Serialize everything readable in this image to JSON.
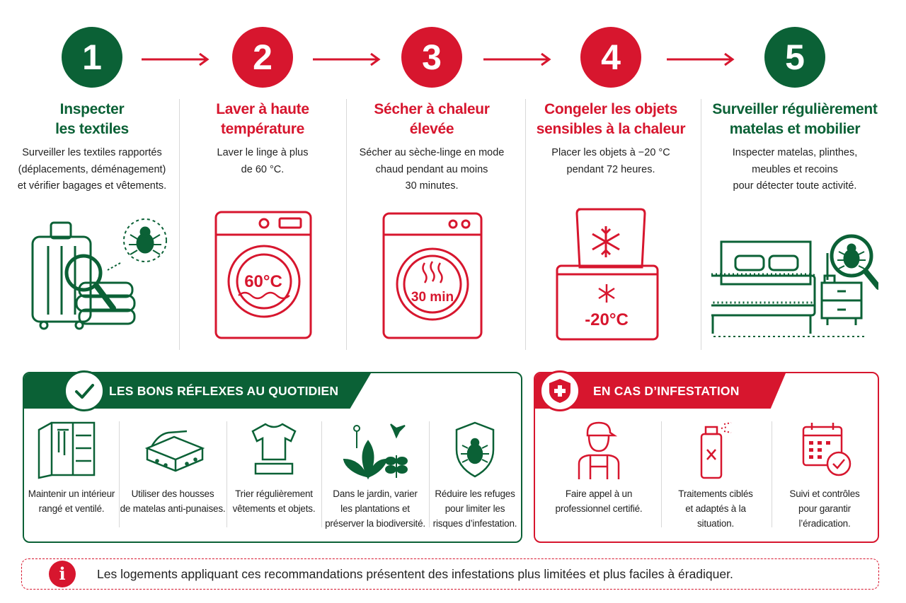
{
  "colors": {
    "green": "#0b6136",
    "red": "#d7162e"
  },
  "steps": [
    {
      "number": "1",
      "title_l1": "Inspecter",
      "title_l2": "les textiles",
      "desc_l1": "Surveiller les textiles rapportés",
      "desc_l2": "(déplacements, déménagement)",
      "desc_l3": "et vérifier bagages et vêtements.",
      "icon": "suitcase-magnifier-bug-icon"
    },
    {
      "number": "2",
      "title_l1": "Laver à haute",
      "title_l2": "température",
      "desc_l1": "Laver le linge à plus",
      "desc_l2": "de 60 °C.",
      "icon": "washing-machine-icon",
      "icon_label": "60°C"
    },
    {
      "number": "3",
      "title_l1": "Sécher à chaleur",
      "title_l2": "élevée",
      "desc_l1": "Sécher au sèche-linge en mode",
      "desc_l2": "chaud pendant au moins",
      "desc_l3": "30 minutes.",
      "icon": "tumble-dryer-icon",
      "icon_label": "30 min"
    },
    {
      "number": "4",
      "title_l1": "Congeler les objets",
      "title_l2": "sensibles à la chaleur",
      "desc_l1": "Placer les objets à −20 °C",
      "desc_l2": "pendant 72 heures.",
      "icon": "freezer-bag-icon",
      "icon_label": "-20°C"
    },
    {
      "number": "5",
      "title_l1": "Surveiller régulièrement",
      "title_l2": "matelas et mobilier",
      "desc_l1": "Inspecter matelas, plinthes,",
      "desc_l2": "meubles et recoins",
      "desc_l3": "pour détecter toute activité.",
      "icon": "bed-magnifier-bug-icon"
    }
  ],
  "reflexes": {
    "title": "LES BONS RÉFLEXES AU QUOTIDIEN",
    "items": [
      {
        "l1": "Maintenir un intérieur",
        "l2": "rangé et ventilé.",
        "icon": "wardrobe-icon"
      },
      {
        "l1": "Utiliser des housses",
        "l2": "de matelas anti-punaises.",
        "icon": "mattress-cover-icon"
      },
      {
        "l1": "Trier régulièrement",
        "l2": "vêtements et objets.",
        "icon": "tshirt-box-icon"
      },
      {
        "l1": "Dans le jardin, varier",
        "l2": "les plantations et",
        "l3": "préserver la biodiversité.",
        "icon": "garden-plants-icon"
      },
      {
        "l1": "Réduire les refuges",
        "l2": "pour limiter les",
        "l3": "risques d’infestation.",
        "icon": "shield-bug-icon"
      }
    ]
  },
  "infestation": {
    "title": "EN CAS D’INFESTATION",
    "items": [
      {
        "l1": "Faire appel à un",
        "l2": "professionnel certifié.",
        "icon": "professional-technician-icon"
      },
      {
        "l1": "Traitements ciblés",
        "l2": "et adaptés à la",
        "l3": "situation.",
        "icon": "spray-bottle-icon"
      },
      {
        "l1": "Suivi et contrôles",
        "l2": "pour garantir",
        "l3": "l’éradication.",
        "icon": "calendar-check-icon"
      }
    ]
  },
  "note": {
    "icon_glyph": "i",
    "text": "Les logements appliquant ces recommandations présentent des infestations plus limitées et plus faciles à éradiquer."
  }
}
